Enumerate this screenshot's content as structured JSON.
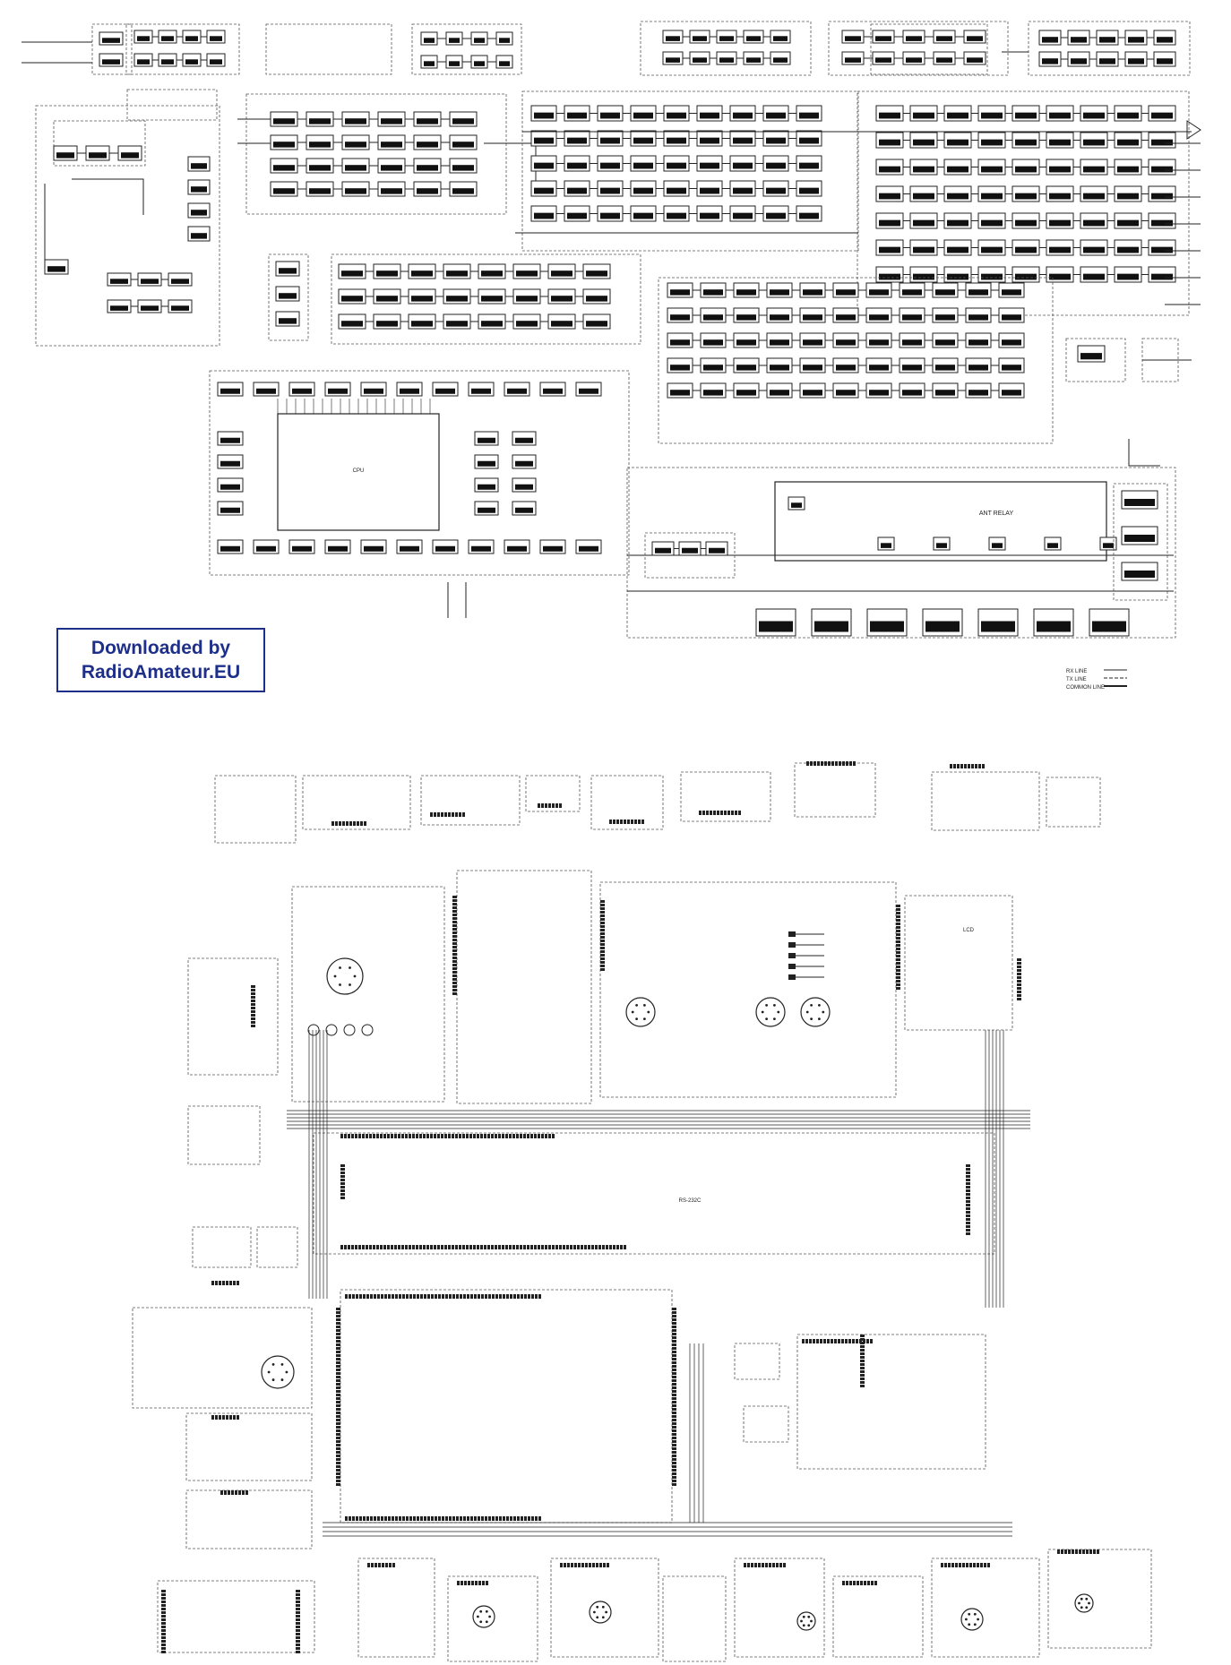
{
  "watermark": {
    "line1": "Downloaded by",
    "line2": "RadioAmateur.EU",
    "color": "#1e2f8a"
  },
  "colors": {
    "ink": "#222222",
    "background": "#ffffff"
  },
  "legend": {
    "rx": "RX LINE",
    "tx": "TX LINE",
    "common": "COMMON LINE"
  },
  "labels": {
    "relay": "ANT RELAY",
    "cpu": "CPU",
    "display": "LCD",
    "rs232c": "RS-232C"
  }
}
